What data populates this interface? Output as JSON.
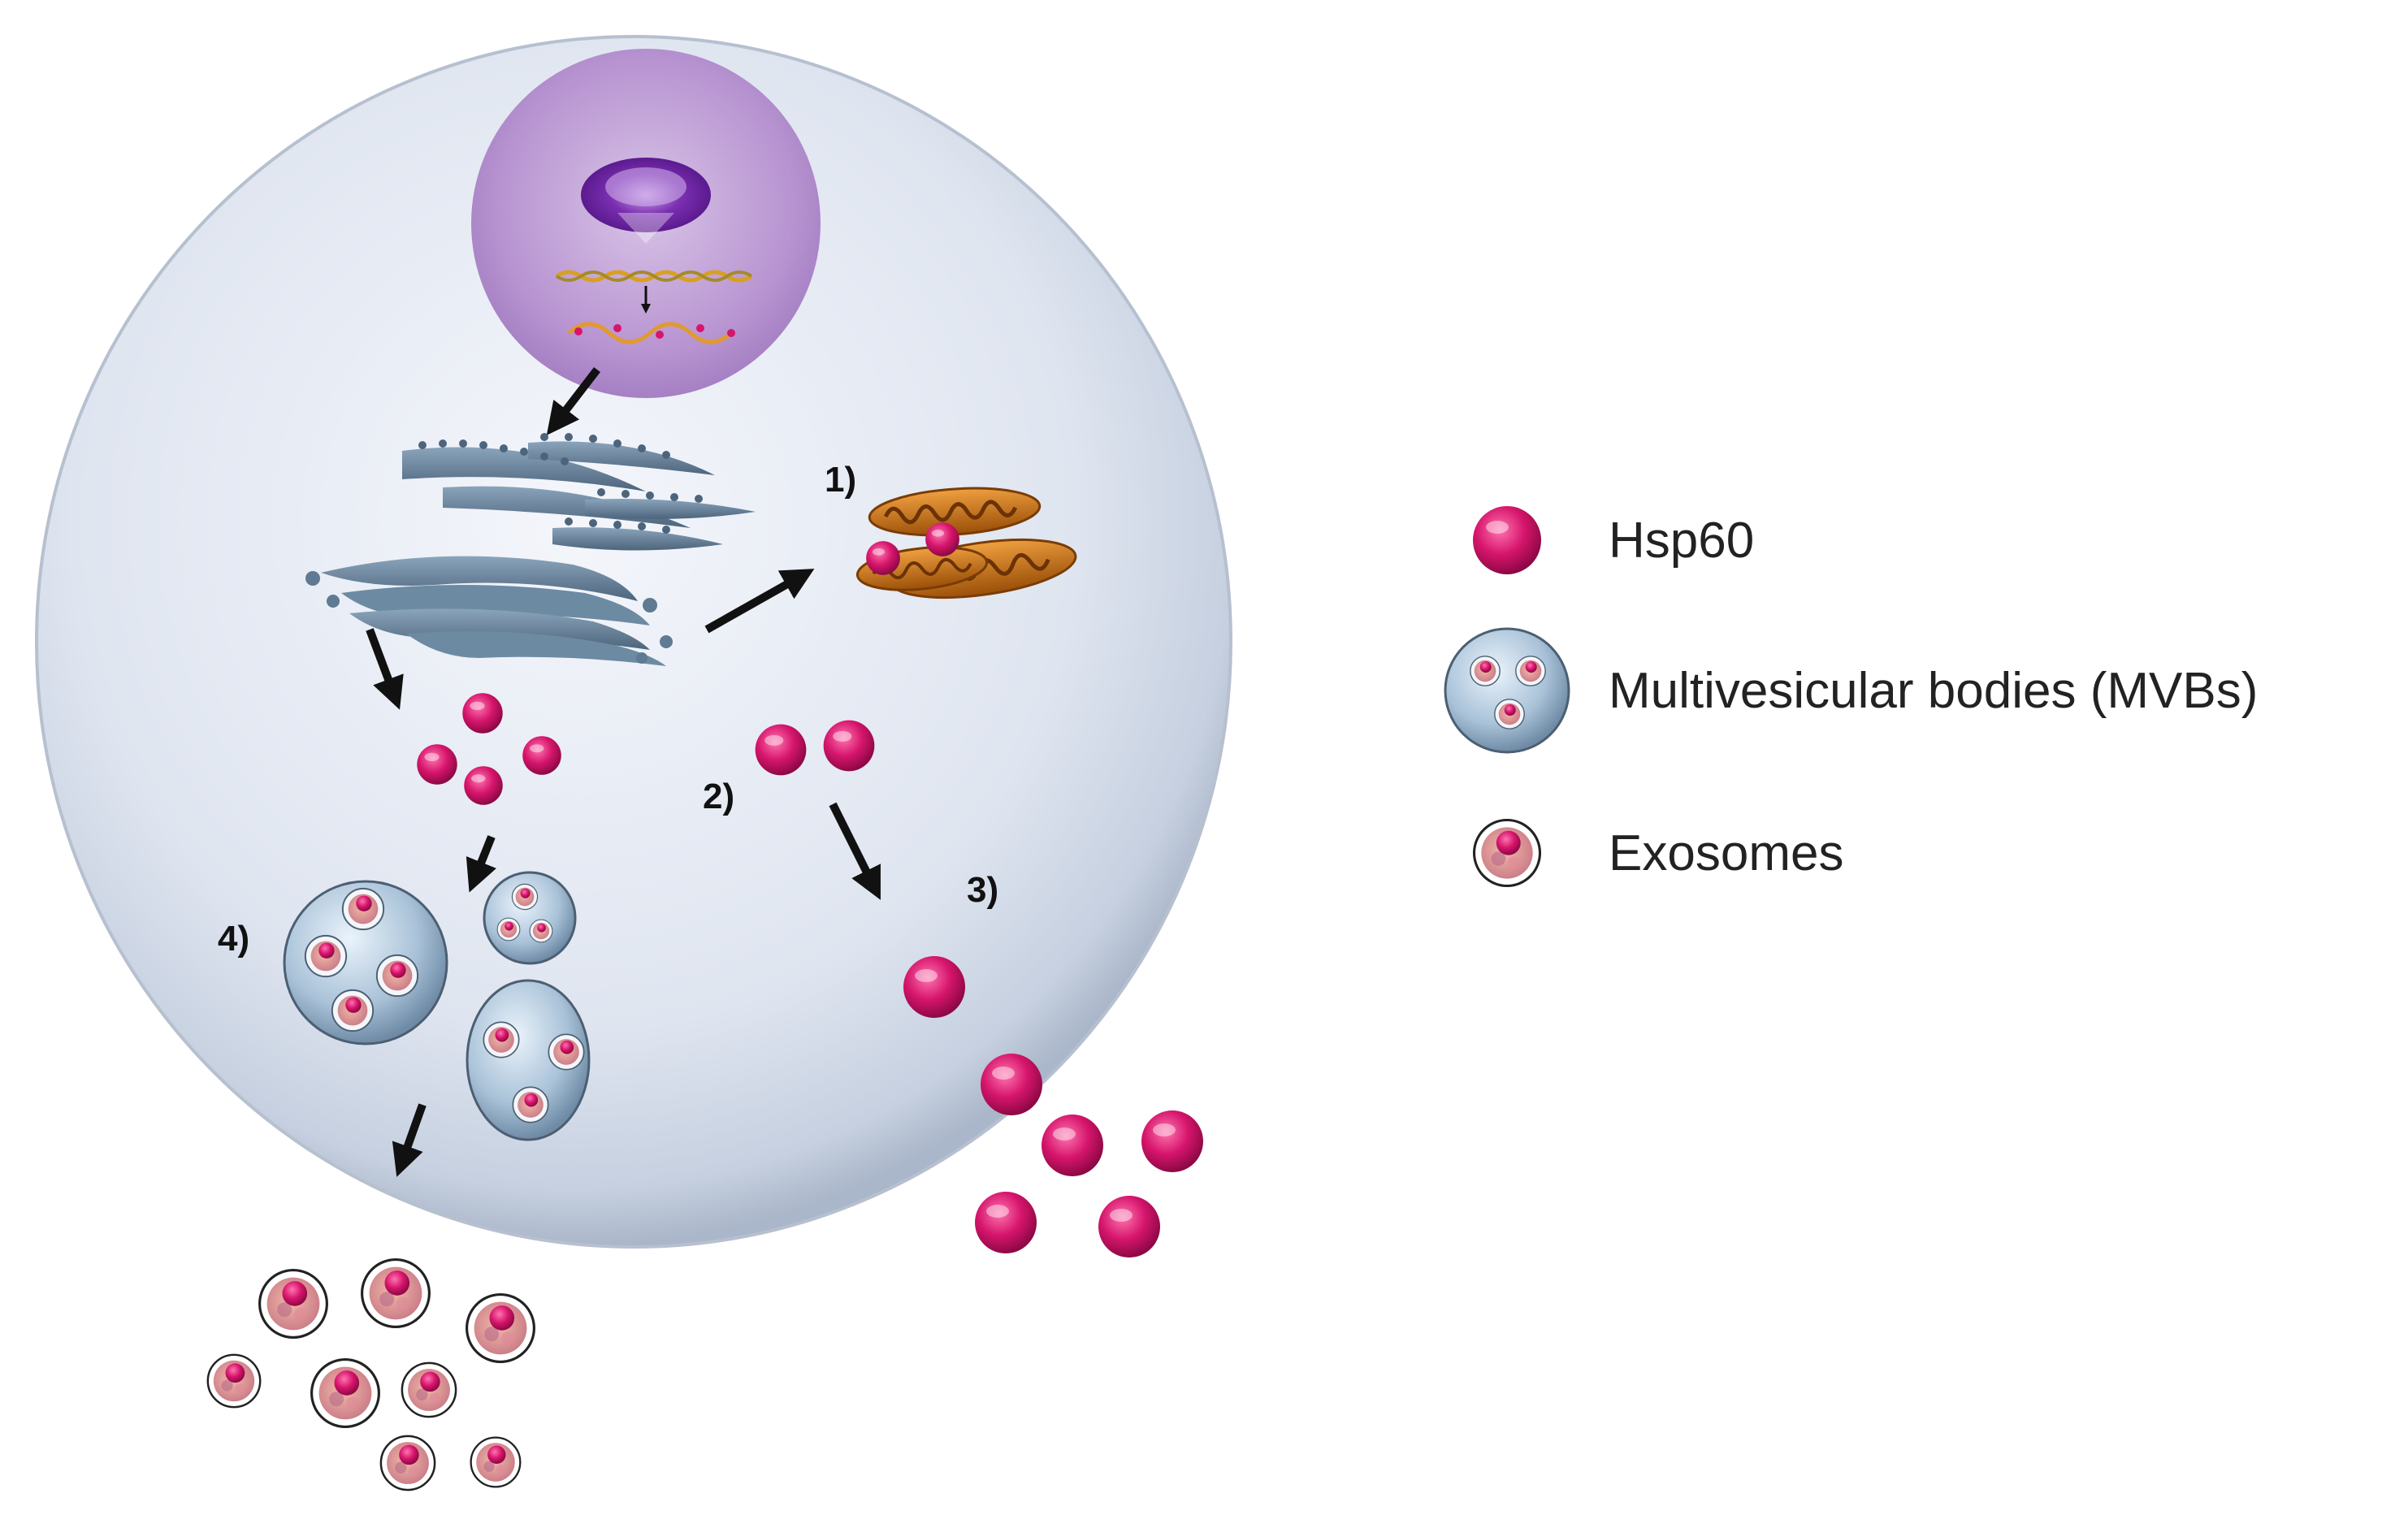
{
  "diagram": {
    "step_labels": {
      "step1": "1)",
      "step2": "2)",
      "step3": "3)",
      "step4": "4)"
    },
    "legend": {
      "hsp60": "Hsp60",
      "mvb": "Multivesicular bodies (MVBs)",
      "exosome": "Exosomes"
    },
    "colors": {
      "hsp60": "#d6156c",
      "cell": "#dde4f0",
      "nucleus": "#b78fd0",
      "mitochondria": "#c46a12",
      "er_golgi": "#5f7a93",
      "arrow": "#111111"
    }
  }
}
